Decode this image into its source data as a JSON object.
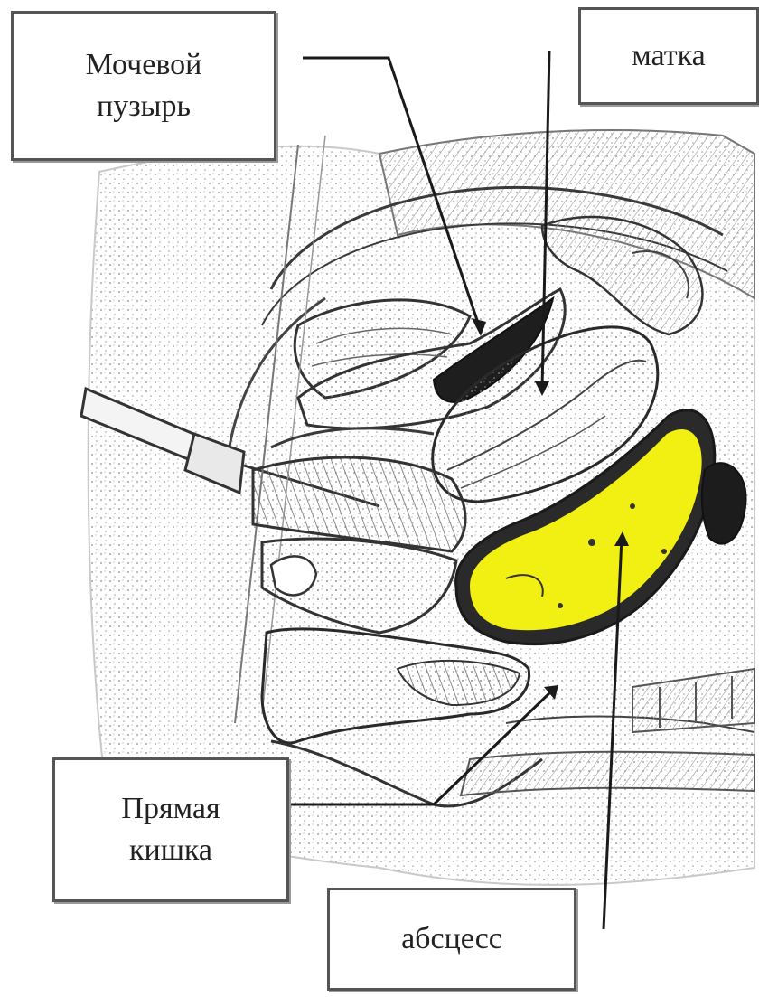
{
  "labels": {
    "bladder": "Мочевой\nпузырь",
    "uterus": "матка",
    "rectum": "Прямая\nкишка",
    "abscess": "абсцесс"
  },
  "colors": {
    "abscess_fill": "#f2ef12",
    "ink": "#2a2a2a",
    "shading": "#9a9a9a"
  }
}
